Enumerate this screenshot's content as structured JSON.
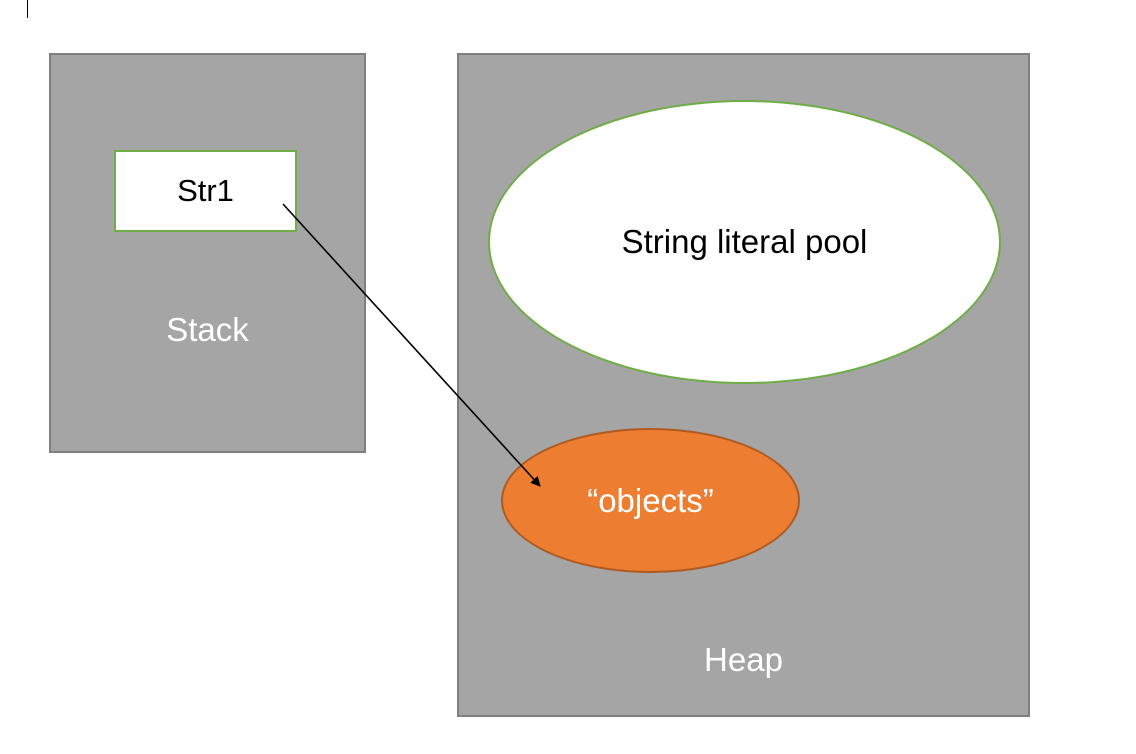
{
  "stack": {
    "label": "Stack"
  },
  "heap": {
    "label": "Heap"
  },
  "variable": {
    "name": "Str1"
  },
  "pool": {
    "label": "String literal pool"
  },
  "object": {
    "label": "“objects”"
  },
  "colors": {
    "region_fill": "#a5a5a5",
    "region_border": "#7f7f7f",
    "green_outline": "#70ad47",
    "object_fill": "#ed7d31",
    "object_border": "#ae5a21"
  }
}
